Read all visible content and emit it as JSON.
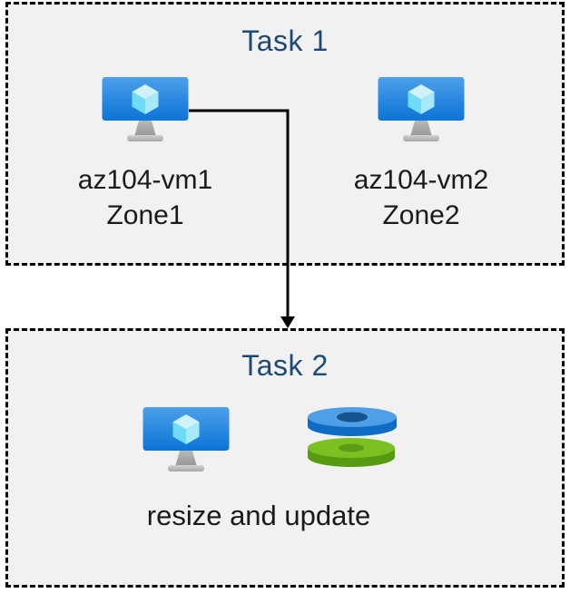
{
  "task1": {
    "title": "Task 1",
    "vms": [
      {
        "name": "az104-vm1",
        "zone": "Zone1"
      },
      {
        "name": "az104-vm2",
        "zone": "Zone2"
      }
    ]
  },
  "task2": {
    "title": "Task 2",
    "caption": "resize and update"
  },
  "connector": {
    "from": "az104-vm1",
    "to": "Task 2",
    "style": "elbow-arrow-down"
  },
  "icons": {
    "vm": "virtual-machine-icon",
    "disks": "managed-disks-icon",
    "arrow": "arrow-down-connector-icon"
  },
  "colors": {
    "box_background": "#f1f1f1",
    "box_border": "#000000",
    "title_text": "#1c4a74",
    "label_text": "#1a1a1a",
    "arrow": "#000000",
    "vm_screen_top": "#4da0ea",
    "vm_screen_bottom": "#0b74d6",
    "cube_top": "#d0f2fc",
    "cube_left": "#6edcf8",
    "cube_right": "#a5e9fa",
    "disk_blue_top": "#4f9fe8",
    "disk_blue_side": "#0f6cc4",
    "disk_blue_hole": "#16548f",
    "disk_green_top": "#7cc122",
    "disk_green_side": "#579b12",
    "disk_green_hole": "#5d9a16"
  }
}
